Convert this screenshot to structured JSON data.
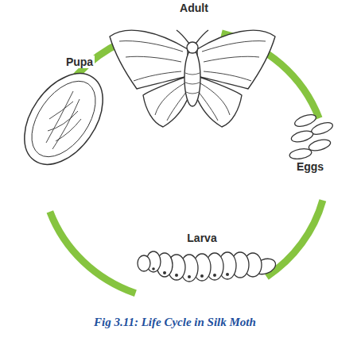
{
  "diagram": {
    "caption": "Fig 3.11: Life Cycle in Silk Moth",
    "labels": [
      "Adult",
      "Eggs",
      "Larva",
      "Pupa"
    ]
  }
}
